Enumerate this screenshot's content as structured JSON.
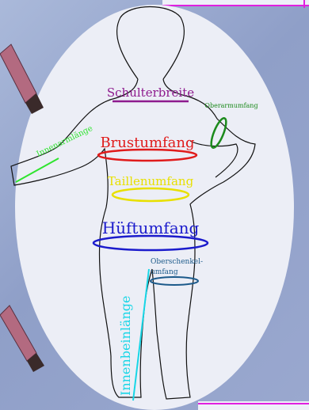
{
  "colors": {
    "background": "#97a6cd",
    "oval": "#eceef6",
    "outline": "#111111",
    "shoulder": "#8e1b8e",
    "upper_arm": "#1c8a1c",
    "inner_arm": "#2fe42f",
    "chest": "#e01b1b",
    "waist": "#e8e000",
    "hip": "#1b1bcc",
    "thigh": "#1c5a8a",
    "inner_leg": "#18d6e6",
    "tape_accent": "#e020e0",
    "tape_body": "#b36a80",
    "tape_end": "#3a2a2a"
  },
  "labels": {
    "shoulder": "Schulterbreite",
    "upper_arm": "Oberarmumfang",
    "inner_arm": "Innenarmlänge",
    "chest": "Brustumfang",
    "waist": "Taillenumfang",
    "hip": "Hüftumfang",
    "thigh_line1": "Oberschenkel-",
    "thigh_line2": "umfang",
    "inner_leg": "Innenbeinlänge"
  }
}
